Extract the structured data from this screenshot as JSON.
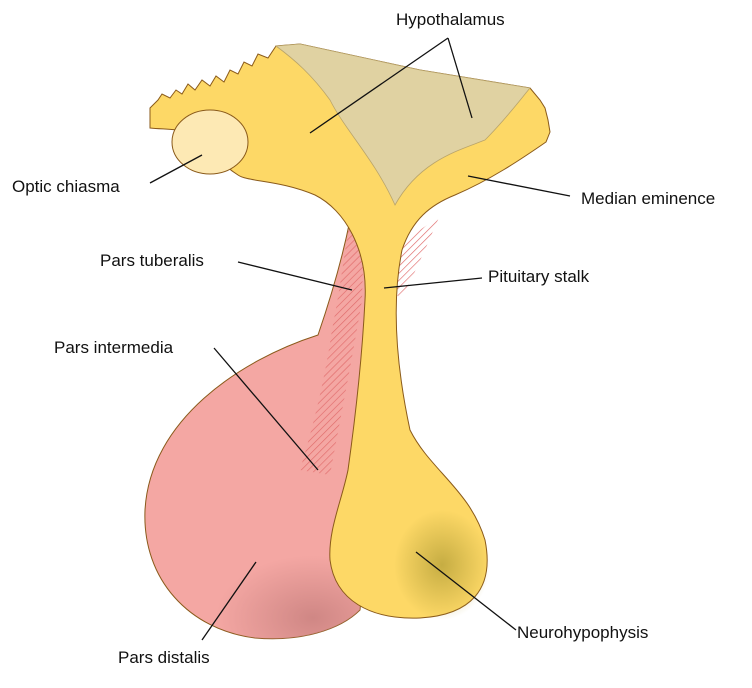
{
  "labels": {
    "hypothalamus": "Hypothalamus",
    "optic_chiasma": "Optic chiasma",
    "median_eminence": "Median eminence",
    "pars_tuberalis": "Pars tuberalis",
    "pituitary_stalk": "Pituitary stalk",
    "pars_intermedia": "Pars intermedia",
    "neurohypophysis": "Neurohypophysis",
    "pars_distalis": "Pars distalis"
  },
  "colors": {
    "neural_tissue": "#fdd866",
    "hypothalamus_shade": "#e0d2a2",
    "adenohypophysis": "#f4a7a3",
    "pars_intermedia_hatch": "#e06a6a",
    "optic_chiasma": "#fde9b4",
    "outline": "#8a5a1a",
    "leader_line": "#111111"
  }
}
